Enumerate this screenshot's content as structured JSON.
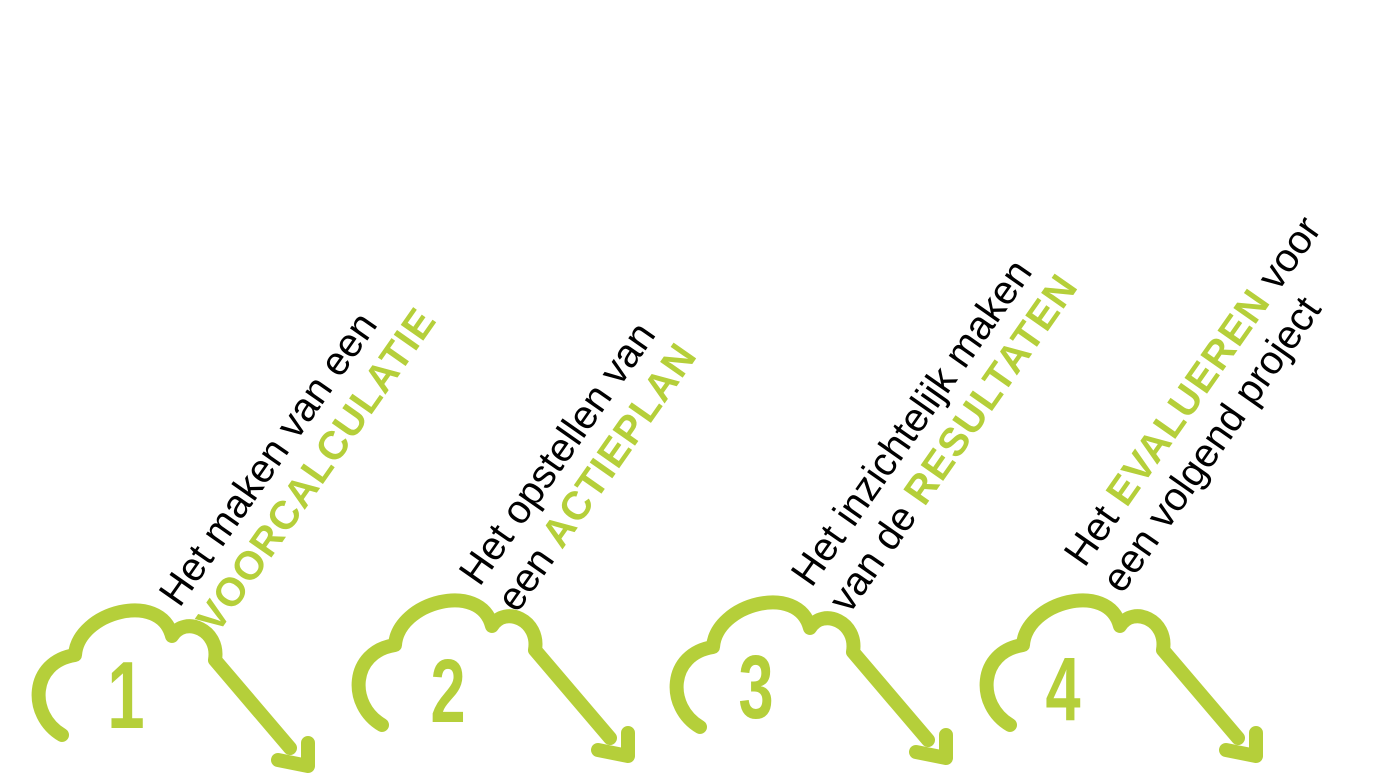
{
  "colors": {
    "accent": "#b5cf3a",
    "text": "#000000",
    "background": "#ffffff"
  },
  "steps": [
    {
      "number": "1",
      "icon": "cloud-arrow-icon",
      "line1": {
        "pre": "Het maken van een",
        "hl": "",
        "post": ""
      },
      "line2": {
        "pre": "",
        "hl": "VOORCALCULATIE",
        "post": ""
      }
    },
    {
      "number": "2",
      "icon": "cloud-arrow-icon",
      "line1": {
        "pre": "Het opstellen van",
        "hl": "",
        "post": ""
      },
      "line2": {
        "pre": "een ",
        "hl": "ACTIEPLAN",
        "post": ""
      }
    },
    {
      "number": "3",
      "icon": "cloud-arrow-icon",
      "line1": {
        "pre": "Het inzichtelijk maken",
        "hl": "",
        "post": ""
      },
      "line2": {
        "pre": "van de ",
        "hl": "RESULTATEN",
        "post": ""
      }
    },
    {
      "number": "4",
      "icon": "cloud-arrow-icon",
      "line1": {
        "pre": "Het ",
        "hl": "EVALUEREN",
        "post": " voor"
      },
      "line2": {
        "pre": "een volgend project",
        "hl": "",
        "post": ""
      }
    }
  ]
}
